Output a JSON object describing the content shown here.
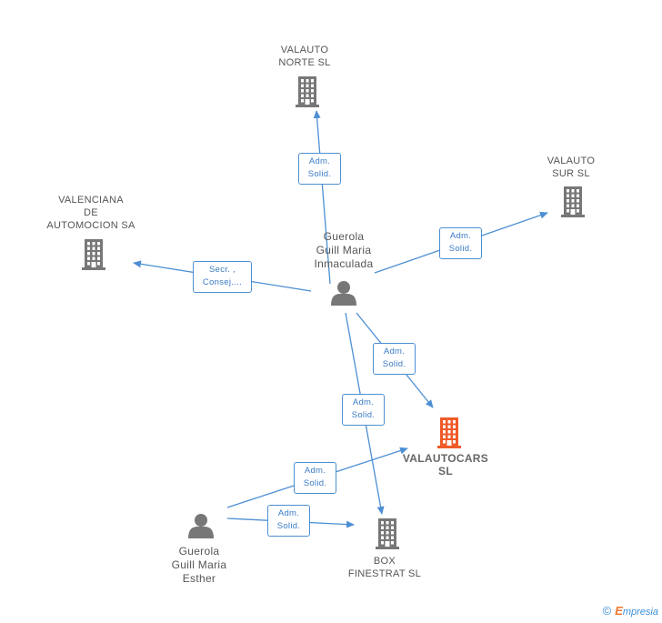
{
  "nodes": {
    "valauto_norte": {
      "label": "VALAUTO\nNORTE SL",
      "type": "company"
    },
    "valauto_sur": {
      "label": "VALAUTO\nSUR SL",
      "type": "company"
    },
    "valenciana": {
      "label": "VALENCIANA\nDE\nAUTOMOCION SA",
      "type": "company"
    },
    "guerola_inmaculada": {
      "label": "Guerola\nGuill Maria\nInmaculada",
      "type": "person"
    },
    "valautocars": {
      "label": "VALAUTOCARS\nSL",
      "type": "company-focus"
    },
    "box_finestrat": {
      "label": "BOX\nFINESTRAT SL",
      "type": "company"
    },
    "guerola_esther": {
      "label": "Guerola\nGuill Maria\nEsther",
      "type": "person"
    }
  },
  "edges": [
    {
      "id": "e1",
      "from": "guerola_inmaculada",
      "to": "valauto_norte",
      "label": "Adm.\nSolid."
    },
    {
      "id": "e2",
      "from": "guerola_inmaculada",
      "to": "valauto_sur",
      "label": "Adm.\nSolid."
    },
    {
      "id": "e3",
      "from": "guerola_inmaculada",
      "to": "valenciana",
      "label": "Secr. ,\nConsej...."
    },
    {
      "id": "e4",
      "from": "guerola_inmaculada",
      "to": "valautocars",
      "label": "Adm.\nSolid."
    },
    {
      "id": "e5",
      "from": "guerola_inmaculada",
      "to": "box_finestrat",
      "label": "Adm.\nSolid."
    },
    {
      "id": "e6",
      "from": "guerola_esther",
      "to": "valautocars",
      "label": "Adm.\nSolid."
    },
    {
      "id": "e7",
      "from": "guerola_esther",
      "to": "box_finestrat",
      "label": "Adm.\nSolid."
    }
  ],
  "colors": {
    "edge": "#4d8fd3",
    "company_icon": "#777777",
    "focus_icon": "#f05a28",
    "person_icon": "#777777"
  },
  "footer": {
    "copyright": "©",
    "brand_initial": "E",
    "brand_rest": "mpresia"
  }
}
